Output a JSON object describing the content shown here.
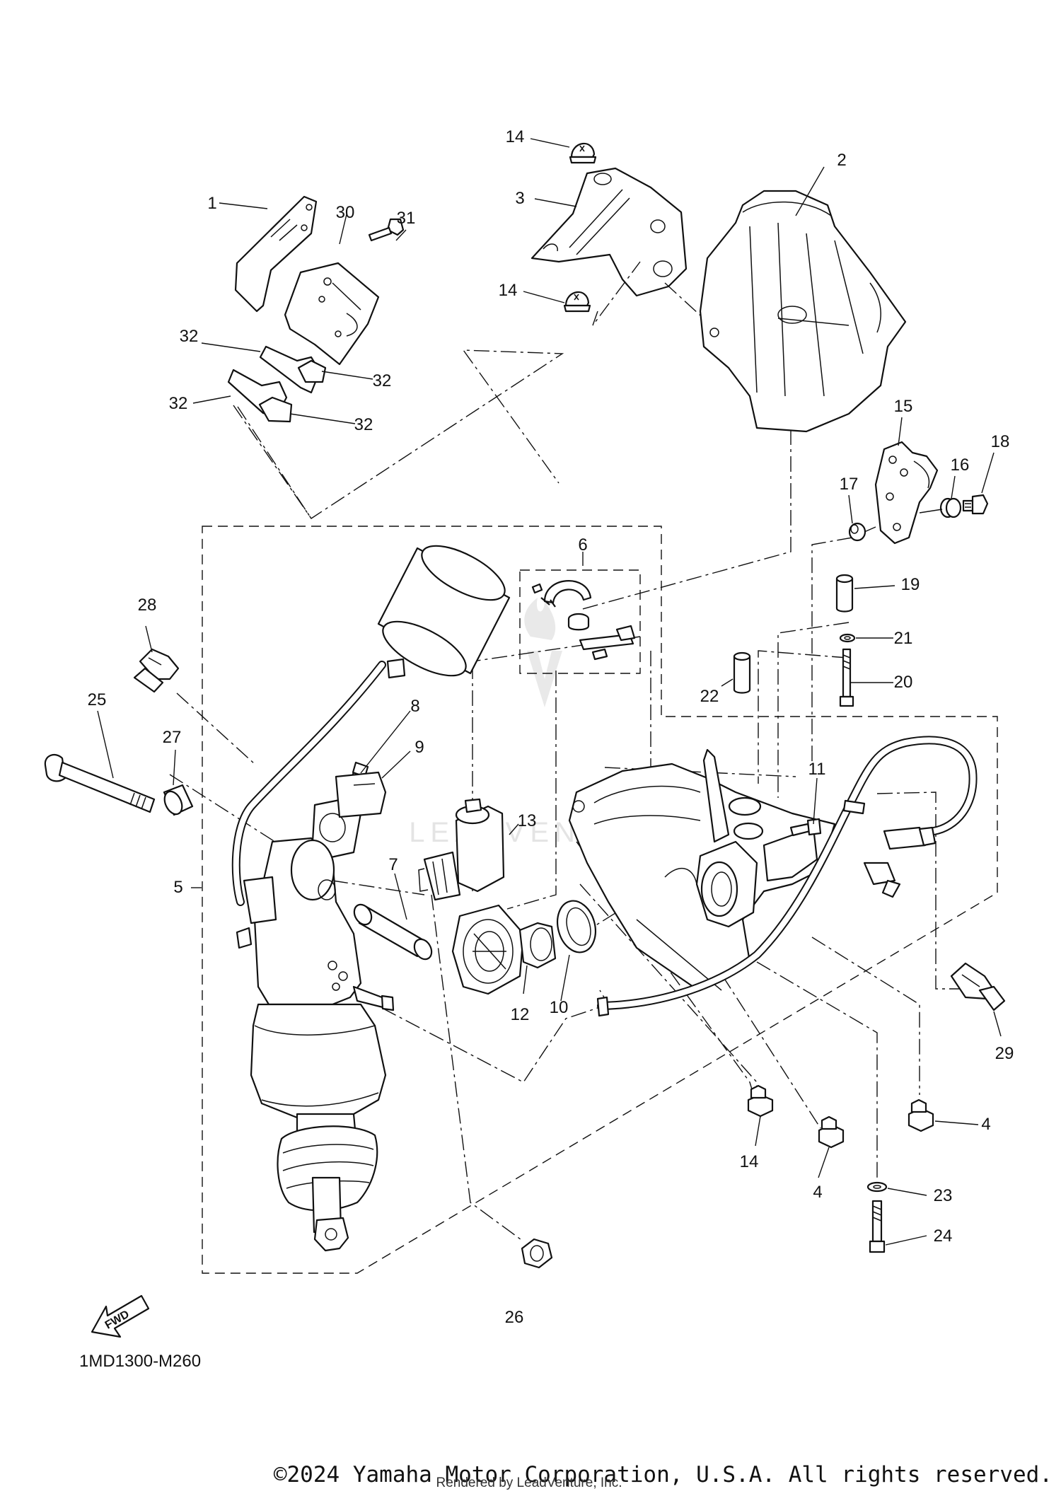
{
  "diagram": {
    "code": "1MD1300-M260",
    "copyright": "©2024 Yamaha Motor Corporation, U.S.A. All rights reserved.",
    "rendered_by": "Rendered by LeadVenture, Inc.",
    "watermark": "LEADVENTURE",
    "fwd_label": "FWD",
    "callouts": [
      {
        "id": "c1",
        "label": "1"
      },
      {
        "id": "c2",
        "label": "2"
      },
      {
        "id": "c3",
        "label": "3"
      },
      {
        "id": "c4a",
        "label": "4"
      },
      {
        "id": "c4b",
        "label": "4"
      },
      {
        "id": "c5",
        "label": "5"
      },
      {
        "id": "c6",
        "label": "6"
      },
      {
        "id": "c7",
        "label": "7"
      },
      {
        "id": "c8",
        "label": "8"
      },
      {
        "id": "c9",
        "label": "9"
      },
      {
        "id": "c10",
        "label": "10"
      },
      {
        "id": "c11",
        "label": "11"
      },
      {
        "id": "c12",
        "label": "12"
      },
      {
        "id": "c13",
        "label": "13"
      },
      {
        "id": "c14a",
        "label": "14"
      },
      {
        "id": "c14b",
        "label": "14"
      },
      {
        "id": "c14c",
        "label": "14"
      },
      {
        "id": "c15",
        "label": "15"
      },
      {
        "id": "c16",
        "label": "16"
      },
      {
        "id": "c17",
        "label": "17"
      },
      {
        "id": "c18",
        "label": "18"
      },
      {
        "id": "c19",
        "label": "19"
      },
      {
        "id": "c20",
        "label": "20"
      },
      {
        "id": "c21",
        "label": "21"
      },
      {
        "id": "c22",
        "label": "22"
      },
      {
        "id": "c23",
        "label": "23"
      },
      {
        "id": "c24",
        "label": "24"
      },
      {
        "id": "c25",
        "label": "25"
      },
      {
        "id": "c26",
        "label": "26"
      },
      {
        "id": "c27",
        "label": "27"
      },
      {
        "id": "c28",
        "label": "28"
      },
      {
        "id": "c29",
        "label": "29"
      },
      {
        "id": "c30",
        "label": "30"
      },
      {
        "id": "c31",
        "label": "31"
      },
      {
        "id": "c32a",
        "label": "32"
      },
      {
        "id": "c32b",
        "label": "32"
      },
      {
        "id": "c32c",
        "label": "32"
      },
      {
        "id": "c32d",
        "label": "32"
      }
    ]
  }
}
